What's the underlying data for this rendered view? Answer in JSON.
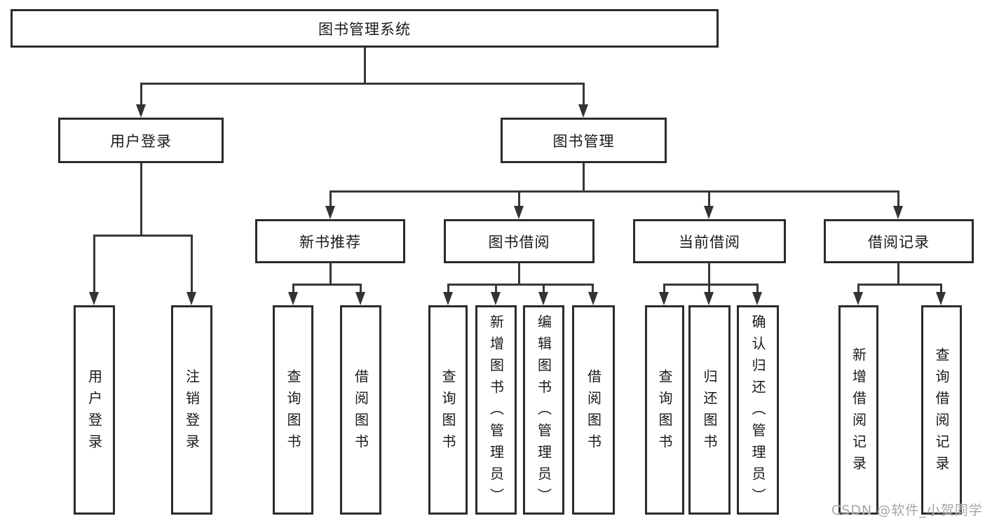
{
  "diagram": {
    "type": "hierarchy",
    "tree": {
      "root": {
        "label": "图书管理系统"
      },
      "branches": [
        {
          "label": "用户登录",
          "leaves": [
            "用户登录",
            "注销登录"
          ]
        },
        {
          "label": "图书管理",
          "children": [
            {
              "label": "新书推荐",
              "leaves": [
                "查询图书",
                "借阅图书"
              ]
            },
            {
              "label": "图书借阅",
              "leaves": [
                "查询图书",
                "新增图书（管理员）",
                "编辑图书（管理员）",
                "借阅图书"
              ]
            },
            {
              "label": "当前借阅",
              "leaves": [
                "查询图书",
                "归还图书",
                "确认归还（管理员）"
              ]
            },
            {
              "label": "借阅记录",
              "leaves": [
                "新增借阅记录",
                "查询借阅记录"
              ]
            }
          ]
        }
      ]
    },
    "watermark": "CSDN @软件_小贺同学",
    "colors": {
      "line": "#383838",
      "box_border": "#2b2b2b",
      "text": "#1a1a1a",
      "watermark": "#9e9e9e",
      "background": "#ffffff"
    }
  }
}
